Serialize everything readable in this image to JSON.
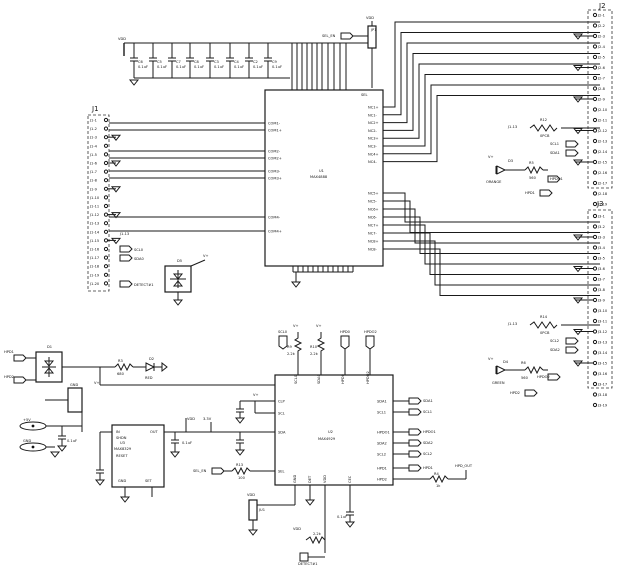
{
  "connectors": {
    "j1": {
      "ref": "J1",
      "pins": [
        "J1-1",
        "J1-2",
        "J1-3",
        "J1-4",
        "J1-5",
        "J1-6",
        "J1-7",
        "J1-8",
        "J1-9",
        "J1-10",
        "J1-11",
        "J1-12",
        "J1-13",
        "J1-14",
        "J1-15",
        "J1-16",
        "J1-17",
        "J1-18",
        "J1-19",
        "J1-20"
      ]
    },
    "j2": {
      "ref": "J2",
      "pins": [
        "J2-1",
        "J2-2",
        "J2-3",
        "J2-4",
        "J2-5",
        "J2-6",
        "J2-7",
        "J2-8",
        "J2-9",
        "J2-10",
        "J2-11",
        "J2-12",
        "J2-13",
        "J2-14",
        "J2-15",
        "J2-16",
        "J2-17",
        "J2-18",
        "J2-19"
      ]
    },
    "j3": {
      "ref": "J3",
      "pins": [
        "J3-1",
        "J3-2",
        "J3-3",
        "J3-4",
        "J3-5",
        "J3-6",
        "J3-7",
        "J3-8",
        "J3-9",
        "J3-10",
        "J3-11",
        "J3-12",
        "J3-13",
        "J3-14",
        "J3-15",
        "J3-16",
        "J3-17",
        "J3-18",
        "J3-19"
      ]
    }
  },
  "u1": {
    "ref": "U1",
    "part": "MAX4888",
    "com_pins": [
      "COM1-",
      "COM1+",
      "COM2-",
      "COM2+",
      "COM3-",
      "COM3+",
      "COM4-",
      "COM4+"
    ],
    "nc1_pins": [
      "NC1+",
      "NC1-",
      "NC2+",
      "NC2-",
      "NC3+",
      "NC3-",
      "NC4+",
      "NC4-"
    ],
    "nc2_pins": [
      "NC5+",
      "NC5-",
      "NC6+",
      "NC6-",
      "NC7+",
      "NC7-",
      "NC8+",
      "NC8-"
    ],
    "sel_label": "SEL"
  },
  "u2": {
    "ref": "U2",
    "part": "MAX4929",
    "left_pins": [
      "CLP",
      "SCL",
      "SDA",
      "SEL"
    ],
    "right_pins": [
      "SDA1",
      "SCL1",
      "HPDO1",
      "SDA2",
      "SCL2",
      "HPD1",
      "HPD2"
    ],
    "top_pins": [
      "SCL0",
      "SDA0",
      "HPD0",
      "HPDO2"
    ],
    "bottom_pins": [
      "GND",
      "DET",
      "VDD",
      "CEC"
    ]
  },
  "u3": {
    "ref": "U3",
    "part": "MAX8329",
    "pins": [
      "IN",
      "SHDN",
      "RESET",
      "GND",
      "SET",
      "OUT"
    ]
  },
  "caps_top": [
    "C6",
    "C5",
    "C7",
    "C8",
    "C3",
    "C4",
    "C2",
    "C9"
  ],
  "cap_value": "0.1uF",
  "nets": {
    "vdd": "VDD",
    "vplus": "V+",
    "sel_en": "SEL_EN",
    "scl0": "SCL0",
    "sda0": "SDA0",
    "detect": "DETECT#1",
    "hpd0": "HPD0",
    "hpd1": "HPD1",
    "hpd2": "HPD2",
    "scl1": "SCL1",
    "sda1": "SDA1",
    "scl2": "SCL2",
    "sda2": "SDA2",
    "hpdo1": "HPDO1",
    "hpdo2": "HPDO2",
    "hpd_out": "HPD_OUT",
    "five_v": "+5V",
    "three_v": "3.3V",
    "gnd": "GND"
  },
  "leds": {
    "d3": {
      "ref": "D3",
      "label": "ORANGE"
    },
    "d4": {
      "ref": "D4",
      "label": "GREEN"
    },
    "d2": {
      "ref": "D2",
      "label": "RED"
    }
  },
  "resistors": {
    "r12": {
      "ref": "R12",
      "value": "0PCB"
    },
    "r14": {
      "ref": "R14",
      "value": "0PCB"
    },
    "r5": {
      "ref": "R5",
      "value": "560"
    },
    "r6": {
      "ref": "R6",
      "value": "560"
    },
    "r3": {
      "ref": "R3",
      "value": "680"
    },
    "r13": {
      "ref": "R13",
      "value": "100"
    },
    "r9": {
      "ref": "R9",
      "value": "2.2k"
    },
    "r10": {
      "ref": "R10",
      "value": "2.2k"
    },
    "r4": {
      "ref": "R4",
      "value": "1k"
    }
  },
  "jumpers": {
    "jp1": "JP1",
    "ju1": "JU1"
  },
  "diodes": {
    "d1": "D1",
    "d5": "D5"
  }
}
